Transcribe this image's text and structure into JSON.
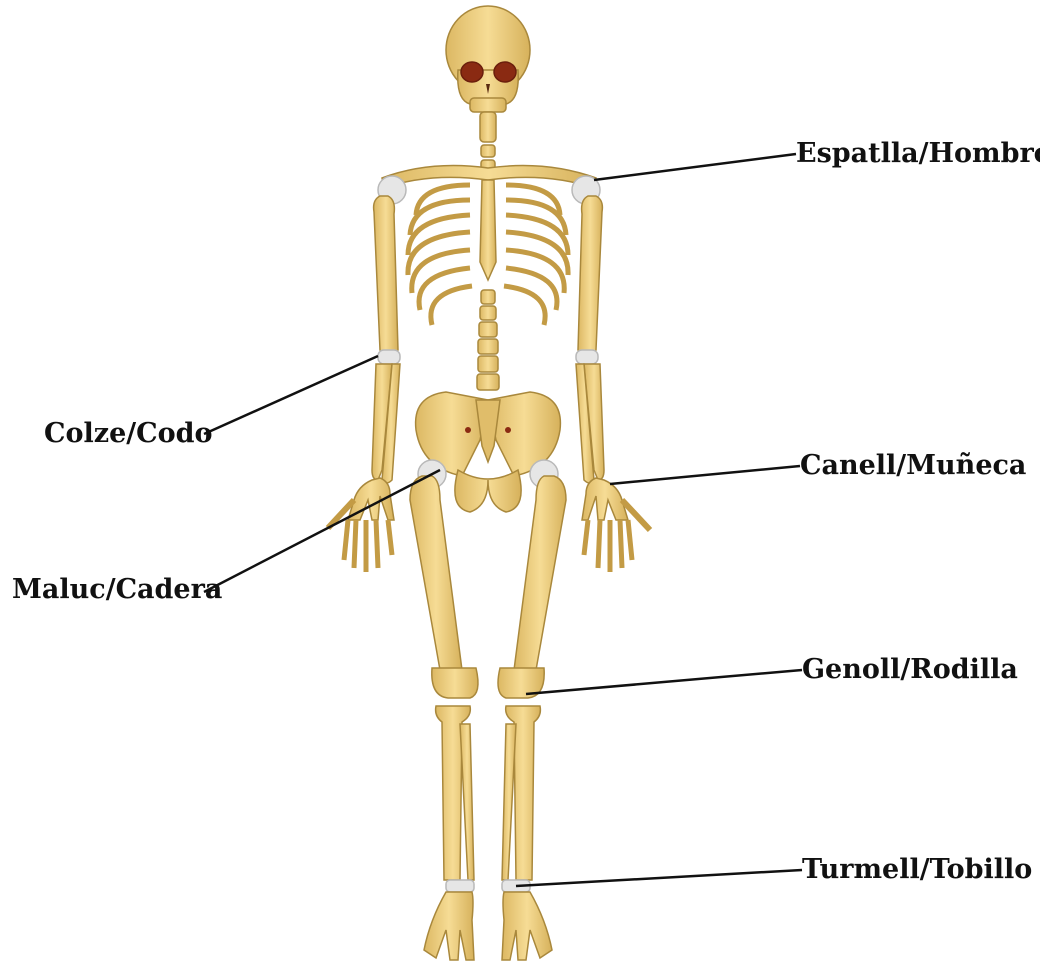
{
  "labels": {
    "shoulder": "Espatlla/Hombro",
    "elbow": "Colze/Codo",
    "wrist": "Canell/Muñeca",
    "hip": "Maluc/Cadera",
    "knee": "Genoll/Rodilla",
    "ankle": "Turmell/Tobillo"
  },
  "colors": {
    "bone": "#f2d488",
    "bone_shade": "#d8b45a",
    "bone_outline": "#a9883c",
    "cartilage": "#e6e6e6",
    "eye_socket": "#8a2a12",
    "leader_line": "#111111",
    "background": "#ffffff"
  }
}
